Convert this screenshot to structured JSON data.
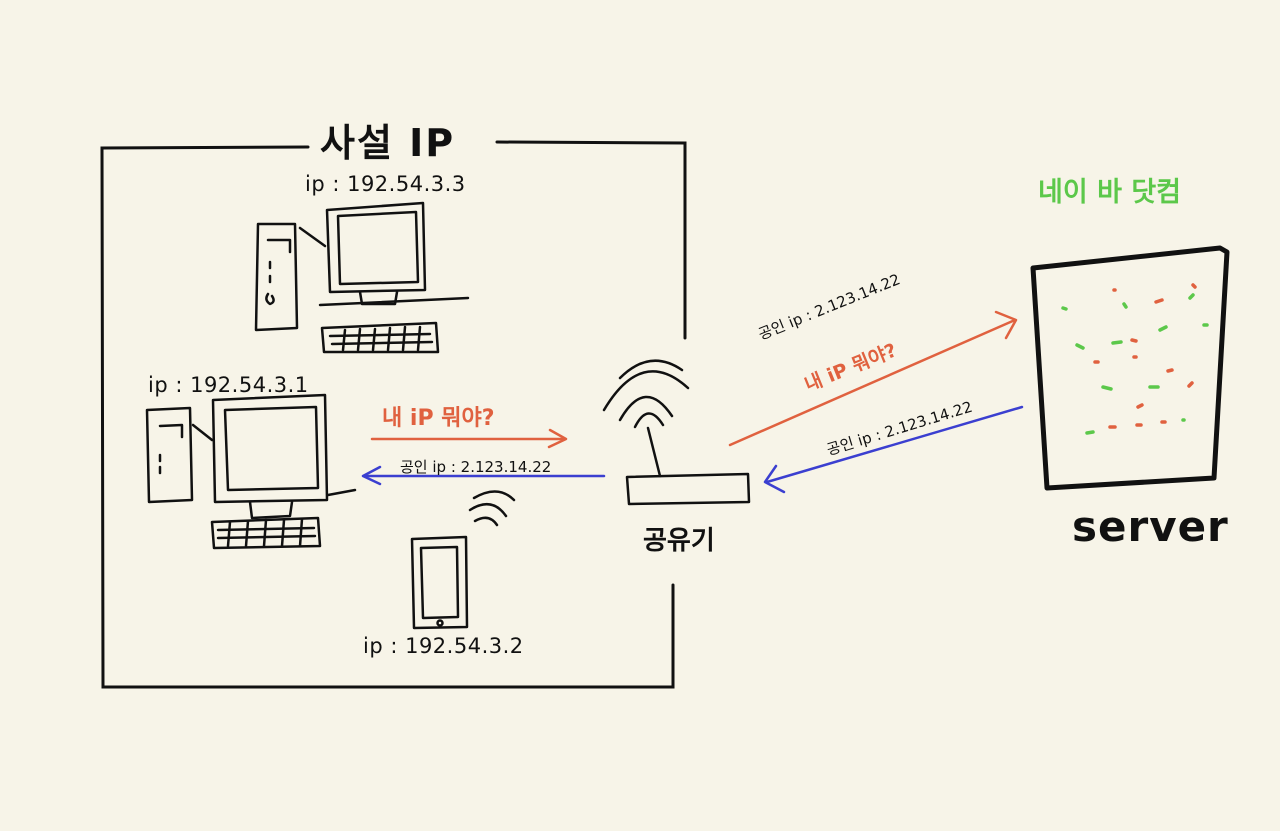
{
  "private_network": {
    "title": "사설 IP",
    "devices": [
      {
        "kind": "desktop",
        "ip_label": "ip : 192.54.3.3"
      },
      {
        "kind": "desktop",
        "ip_label": "ip : 192.54.3.1"
      },
      {
        "kind": "phone",
        "ip_label": "ip : 192.54.3.2"
      }
    ]
  },
  "router": {
    "label": "공유기"
  },
  "server": {
    "label": "server",
    "site_label": "네이 바 닷컴"
  },
  "messages": {
    "lan_request": "내 iP 뭐야?",
    "lan_response": "공인 ip : 2.123.14.22",
    "wan_request_ip": "공인 ip : 2.123.14.22",
    "wan_request": "내 iP 뭐야?",
    "wan_response": "공인 ip : 2.123.14.22"
  },
  "colors": {
    "background": "#f7f4e8",
    "ink": "#111111",
    "request": "#e0613f",
    "response": "#3b3fd0",
    "site": "#5cc84a"
  }
}
